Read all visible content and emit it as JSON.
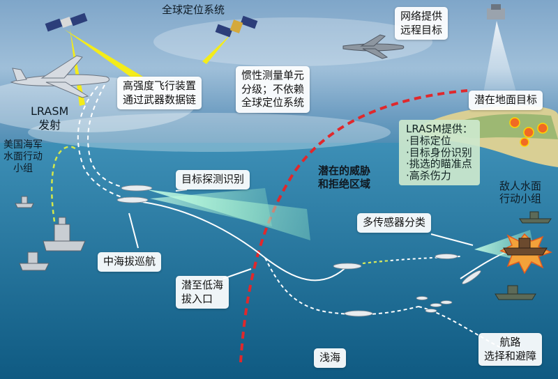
{
  "labels": {
    "gps": "全球定位系统",
    "network": [
      "网络提供",
      "远程目标"
    ],
    "lrasm_launch": [
      "LRASM",
      "发射"
    ],
    "navy_group": [
      "美国海军",
      "水面行动",
      "小组"
    ],
    "datalink": [
      "高强度飞行装置",
      "通过武器数据链"
    ],
    "ins": [
      "惯性测量单元",
      "分级；不依赖",
      "全球定位系统"
    ],
    "ground_target": "潜在地面目标",
    "provides_title": "LRASM提供：",
    "provides_items": [
      "·目标定位",
      "·目标身份识别",
      "·挑选的瞄准点",
      "·高杀伤力"
    ],
    "threat_zone": [
      "潜在的威胁",
      "和拒绝区域"
    ],
    "detect": "目标探测识别",
    "enemy_group": [
      "敌人水面",
      "行动小组"
    ],
    "multisensor": "多传感器分类",
    "mid_cruise": "中海拔巡航",
    "low_entry": [
      "潜至低海",
      "拔入口"
    ],
    "shallow": "浅海",
    "route": [
      "航路",
      "选择和避障"
    ]
  },
  "colors": {
    "threat_line": "#e0282c",
    "gps_beam": "#f4ec1a",
    "sensor_cone": "#9ff0c8",
    "flight_path": "#ffffff"
  }
}
